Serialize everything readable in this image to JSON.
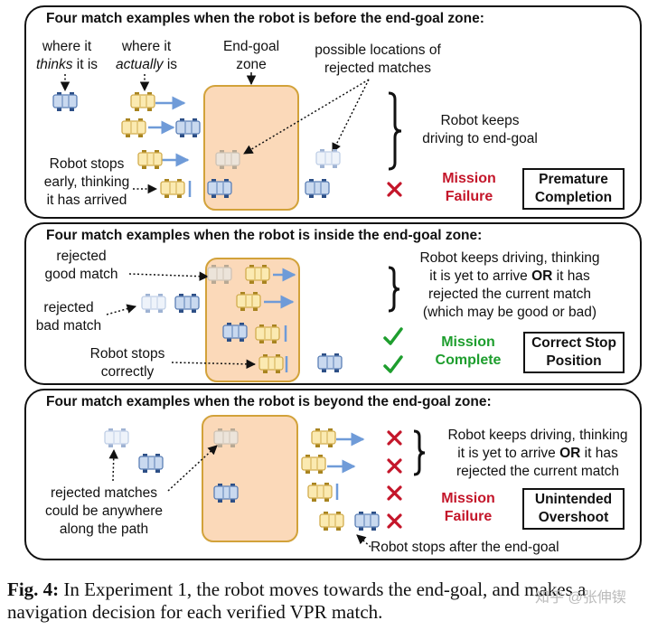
{
  "panels": [
    {
      "title": "Four match examples when the robot is before the end-goal zone:",
      "label_thinks_1": "where it",
      "label_thinks_em": "thinks",
      "label_thinks_2": "it is",
      "label_actually_1": "where it",
      "label_actually_em": "actually",
      "label_actually_2": "is",
      "zone_label_1": "End-goal",
      "zone_label_2": "zone",
      "possible_1": "possible locations of",
      "possible_2": "rejected matches",
      "stops_1": "Robot stops",
      "stops_2": "early, thinking",
      "stops_3": "it has arrived",
      "keeps_1": "Robot keeps",
      "keeps_2": "driving to end-goal",
      "status_1": "Mission",
      "status_2": "Failure",
      "box_1": "Premature",
      "box_2": "Completion"
    },
    {
      "title": "Four match examples when the robot is inside the end-goal zone:",
      "rej_good_1": "rejected",
      "rej_good_2": "good match",
      "rej_bad_1": "rejected",
      "rej_bad_2": "bad match",
      "stops_1": "Robot stops",
      "stops_2": "correctly",
      "keeps_1": "Robot keeps driving, thinking",
      "keeps_2a": "it is yet to arrive",
      "keeps_2b": "OR",
      "keeps_2c": "it has",
      "keeps_3": "rejected the current match",
      "keeps_4": "(which may be good or bad)",
      "status_1": "Mission",
      "status_2": "Complete",
      "box_1": "Correct Stop",
      "box_2": "Position"
    },
    {
      "title": "Four match examples when the robot is beyond the end-goal zone:",
      "rej_1": "rejected matches",
      "rej_2": "could be anywhere",
      "rej_3": "along the path",
      "keeps_1": "Robot keeps driving, thinking",
      "keeps_2a": "it is yet to arrive",
      "keeps_2b": "OR",
      "keeps_2c": "it has",
      "keeps_3": "rejected the current match",
      "status_1": "Mission",
      "status_2": "Failure",
      "box_1": "Unintended",
      "box_2": "Overshoot",
      "after": "Robot stops after the end-goal"
    }
  ],
  "caption": {
    "label": "Fig. 4:",
    "text": "In Experiment 1, the robot moves towards the end-goal, and makes a navigation decision for each verified VPR match."
  },
  "watermark": "知乎 @张伸锲",
  "colors": {
    "zone_fill": "#fbd9b9",
    "zone_stroke": "#d2a23a",
    "car_blue": "#c9d9ef",
    "car_yellow": "#fbeab1",
    "arrow_blue": "#6f9bd8",
    "failure_red": "#c4162a",
    "complete_green": "#1e9e2e"
  }
}
